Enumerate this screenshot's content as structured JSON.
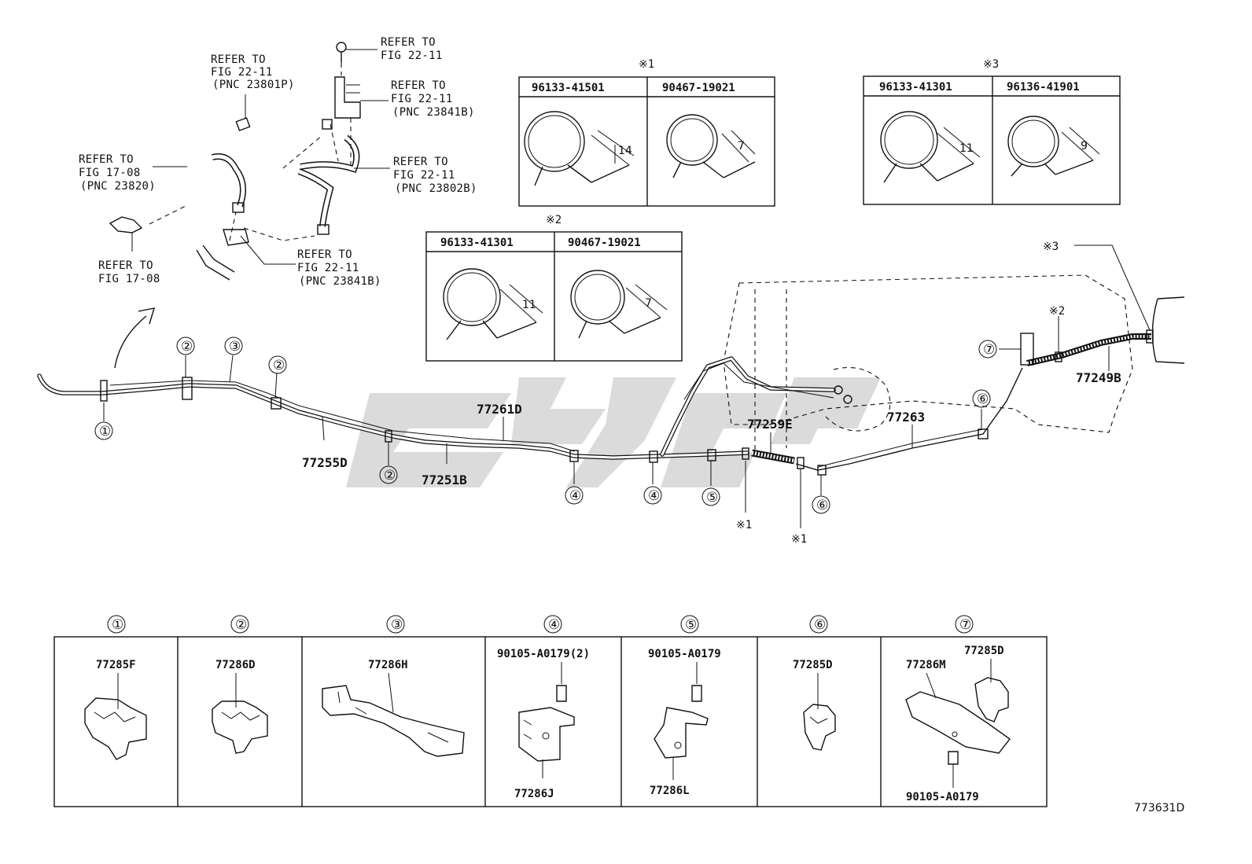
{
  "refs": {
    "r1": [
      "REFER TO",
      "FIG 22-11",
      "(PNC 23801P)"
    ],
    "r2": [
      "REFER TO",
      "FIG 22-11"
    ],
    "r3": [
      "REFER TO",
      "FIG 22-11",
      "(PNC 23841B)"
    ],
    "r4": [
      "REFER TO",
      "FIG 17-08",
      "(PNC 23820)"
    ],
    "r5": [
      "REFER TO",
      "FIG 22-11",
      "(PNC 23802B)"
    ],
    "r6": [
      "REFER TO",
      "FIG 17-08"
    ],
    "r7": [
      "REFER TO",
      "FIG 22-11",
      "(PNC 23841B)"
    ]
  },
  "clamp_tables": [
    {
      "mark": "※1",
      "cols": [
        "96133-41501",
        "90467-19021"
      ],
      "dims": [
        "14",
        "7"
      ]
    },
    {
      "mark": "※2",
      "cols": [
        "96133-41301",
        "90467-19021"
      ],
      "dims": [
        "11",
        "7"
      ]
    },
    {
      "mark": "※3",
      "cols": [
        "96133-41301",
        "96136-41901"
      ],
      "dims": [
        "11",
        "9"
      ]
    }
  ],
  "part_labels": {
    "p77255D": "77255D",
    "p77251B": "77251B",
    "p77261D": "77261D",
    "p77259E": "77259E",
    "p77263": "77263",
    "p77249B": "77249B"
  },
  "markers": {
    "m1": "①",
    "m2": "②",
    "m3": "③",
    "m4": "④",
    "m5": "⑤",
    "m6": "⑥",
    "m7": "⑦",
    "x1": "※1",
    "x2": "※2",
    "x3": "※3"
  },
  "bottom_table": {
    "headers": [
      "①",
      "②",
      "③",
      "④",
      "⑤",
      "⑥",
      "⑦"
    ],
    "cells": [
      {
        "top": "77285F"
      },
      {
        "top": "77286D"
      },
      {
        "top": "77286H"
      },
      {
        "top": "90105-A0179(2)",
        "bottom": "77286J"
      },
      {
        "top": "90105-A0179",
        "bottom": "77286L"
      },
      {
        "top": "77285D"
      },
      {
        "top": "77286M",
        "top2": "77285D",
        "bottom": "90105-A0179"
      }
    ]
  },
  "diagram_code": "773631D"
}
